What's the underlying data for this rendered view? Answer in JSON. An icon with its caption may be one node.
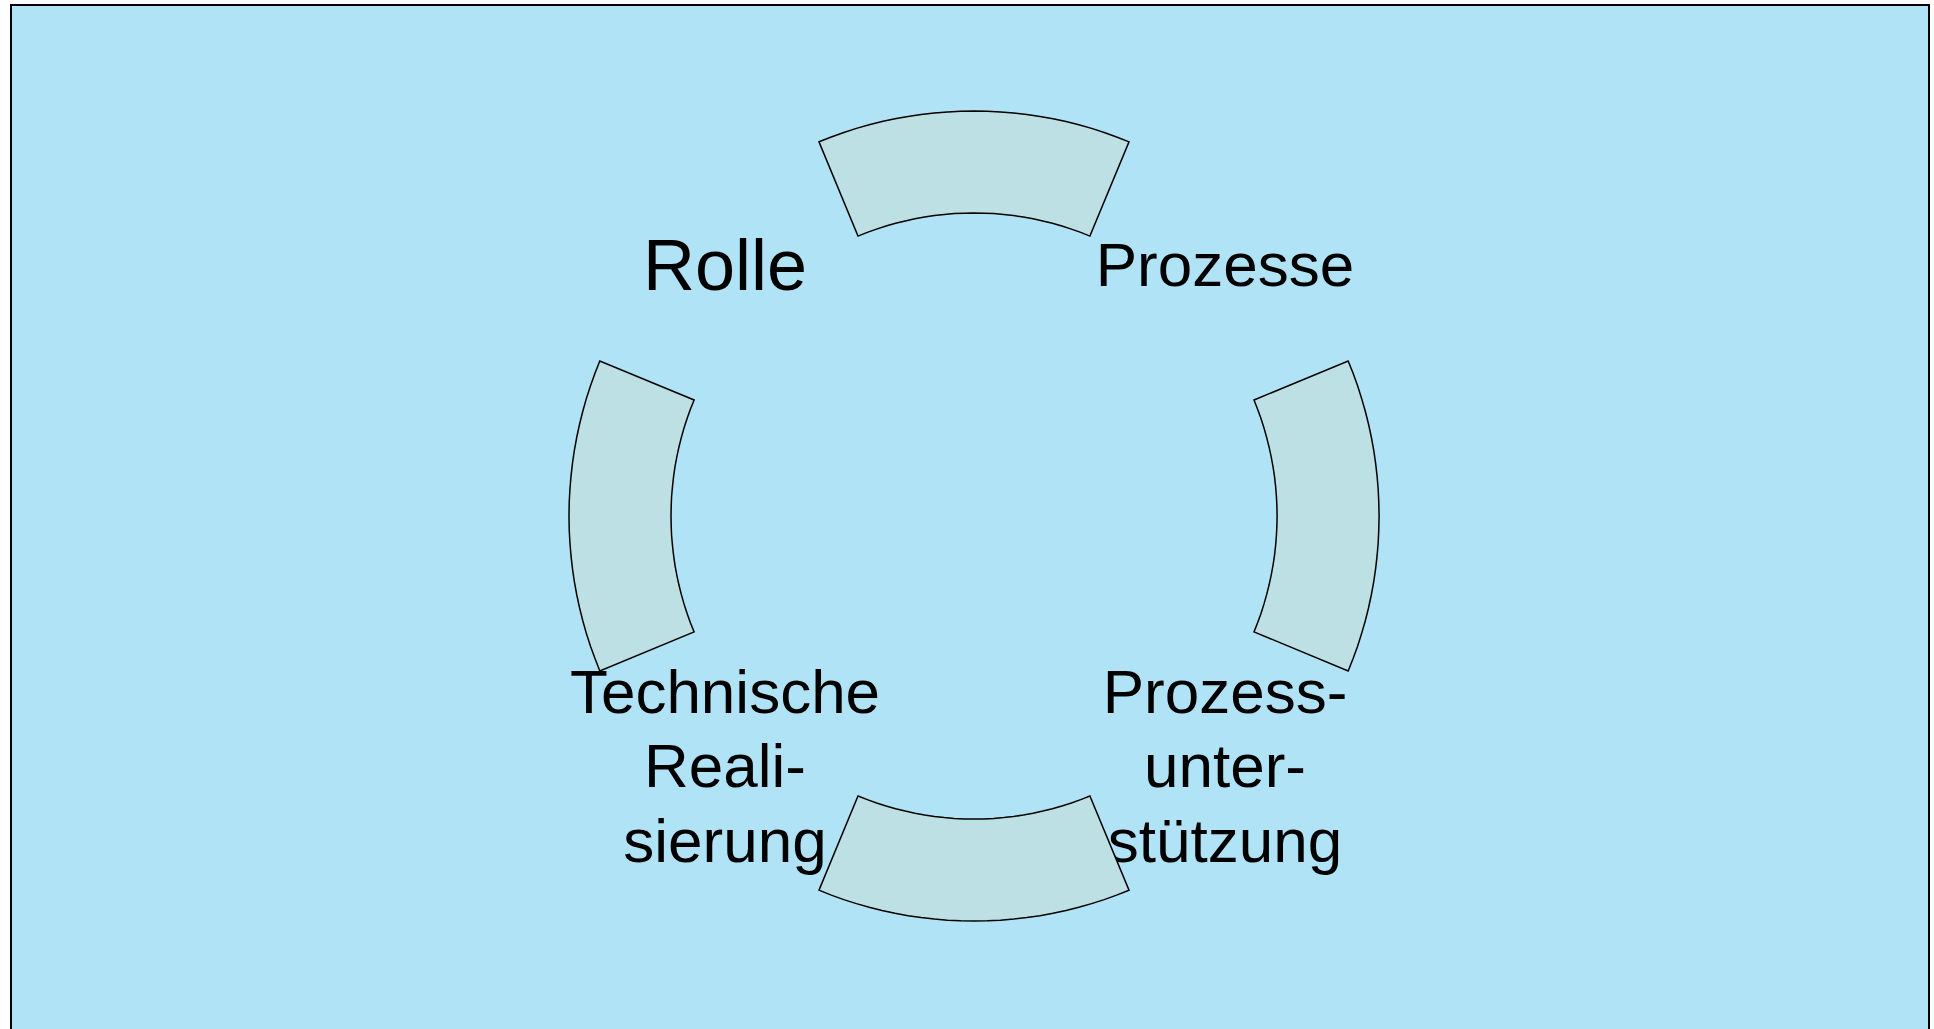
{
  "diagram": {
    "nodes": [
      {
        "text": [],
        "shape": "arc"
      },
      {
        "text": [
          "Rolle"
        ]
      },
      {
        "text": [
          "Prozesse"
        ]
      },
      {
        "text": [],
        "shape": "arc"
      },
      {
        "text": [],
        "shape": "arc"
      },
      {
        "text": [
          "Technische Reali- sierung"
        ]
      },
      {
        "text": [
          "Prozess- unter- stützung"
        ]
      },
      {
        "text": [],
        "shape": "arc"
      }
    ]
  }
}
